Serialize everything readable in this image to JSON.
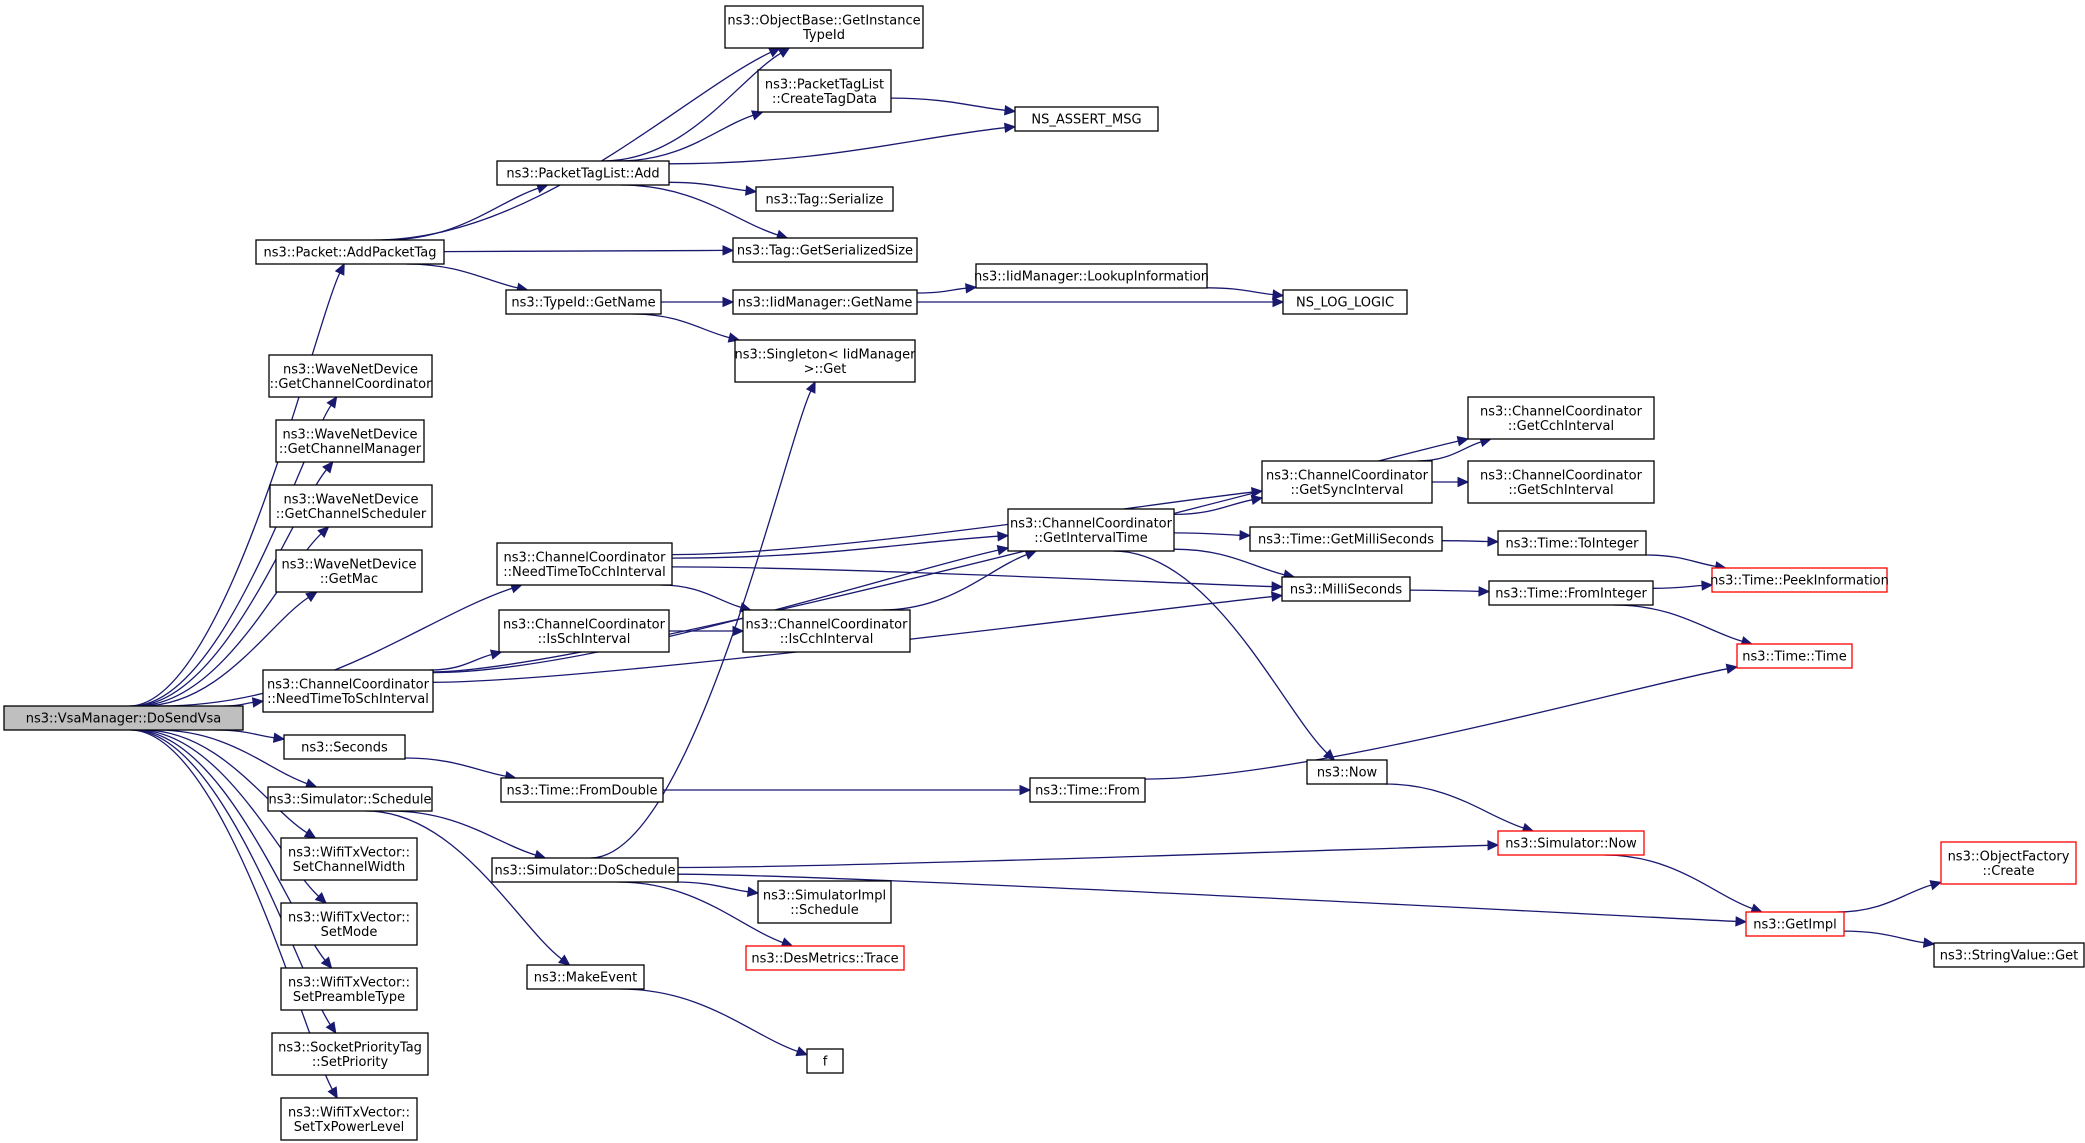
{
  "nodes": [
    {
      "id": "root",
      "lines": [
        "ns3::VsaManager::DoSendVsa"
      ],
      "style": "root"
    },
    {
      "id": "addPacketTag",
      "lines": [
        "ns3::Packet::AddPacketTag"
      ]
    },
    {
      "id": "getChannelCoordinator",
      "lines": [
        "ns3::WaveNetDevice",
        "::GetChannelCoordinator"
      ]
    },
    {
      "id": "getChannelManager",
      "lines": [
        "ns3::WaveNetDevice",
        "::GetChannelManager"
      ]
    },
    {
      "id": "getChannelScheduler",
      "lines": [
        "ns3::WaveNetDevice",
        "::GetChannelScheduler"
      ]
    },
    {
      "id": "getMac",
      "lines": [
        "ns3::WaveNetDevice",
        "::GetMac"
      ]
    },
    {
      "id": "needTimeToCch",
      "lines": [
        "ns3::ChannelCoordinator",
        "::NeedTimeToCchInterval"
      ]
    },
    {
      "id": "needTimeToSch",
      "lines": [
        "ns3::ChannelCoordinator",
        "::NeedTimeToSchInterval"
      ]
    },
    {
      "id": "seconds",
      "lines": [
        "ns3::Seconds"
      ]
    },
    {
      "id": "simSchedule",
      "lines": [
        "ns3::Simulator::Schedule"
      ]
    },
    {
      "id": "setChannelWidth",
      "lines": [
        "ns3::WifiTxVector::",
        "SetChannelWidth"
      ]
    },
    {
      "id": "setMode",
      "lines": [
        "ns3::WifiTxVector::",
        "SetMode"
      ]
    },
    {
      "id": "setPreambleType",
      "lines": [
        "ns3::WifiTxVector::",
        "SetPreambleType"
      ]
    },
    {
      "id": "setPriority",
      "lines": [
        "ns3::SocketPriorityTag",
        "::SetPriority"
      ]
    },
    {
      "id": "setTxPowerLevel",
      "lines": [
        "ns3::WifiTxVector::",
        "SetTxPowerLevel"
      ]
    },
    {
      "id": "getInstanceTypeId",
      "lines": [
        "ns3::ObjectBase::GetInstance",
        "TypeId"
      ]
    },
    {
      "id": "createTagData",
      "lines": [
        "ns3::PacketTagList",
        "::CreateTagData"
      ]
    },
    {
      "id": "ptlAdd",
      "lines": [
        "ns3::PacketTagList::Add"
      ]
    },
    {
      "id": "nsAssertMsg",
      "lines": [
        "NS_ASSERT_MSG"
      ]
    },
    {
      "id": "tagSerialize",
      "lines": [
        "ns3::Tag::Serialize"
      ]
    },
    {
      "id": "tagGetSerializedSize",
      "lines": [
        "ns3::Tag::GetSerializedSize"
      ]
    },
    {
      "id": "typeIdGetName",
      "lines": [
        "ns3::TypeId::GetName"
      ]
    },
    {
      "id": "iidGetName",
      "lines": [
        "ns3::IidManager::GetName"
      ]
    },
    {
      "id": "iidLookup",
      "lines": [
        "ns3::IidManager::LookupInformation"
      ]
    },
    {
      "id": "nsLogLogic",
      "lines": [
        "NS_LOG_LOGIC"
      ]
    },
    {
      "id": "singletonGet",
      "lines": [
        "ns3::Singleton< IidManager",
        " >::Get"
      ]
    },
    {
      "id": "getCchInterval",
      "lines": [
        "ns3::ChannelCoordinator",
        "::GetCchInterval"
      ]
    },
    {
      "id": "getSyncInterval",
      "lines": [
        "ns3::ChannelCoordinator",
        "::GetSyncInterval"
      ]
    },
    {
      "id": "getSchInterval",
      "lines": [
        "ns3::ChannelCoordinator",
        "::GetSchInterval"
      ]
    },
    {
      "id": "getIntervalTime",
      "lines": [
        "ns3::ChannelCoordinator",
        "::GetIntervalTime"
      ]
    },
    {
      "id": "timeGetMilliSeconds",
      "lines": [
        "ns3::Time::GetMilliSeconds"
      ]
    },
    {
      "id": "timeToInteger",
      "lines": [
        "ns3::Time::ToInteger"
      ]
    },
    {
      "id": "timePeekInformation",
      "lines": [
        "ns3::Time::PeekInformation"
      ],
      "style": "red"
    },
    {
      "id": "milliSeconds",
      "lines": [
        "ns3::MilliSeconds"
      ]
    },
    {
      "id": "timeFromInteger",
      "lines": [
        "ns3::Time::FromInteger"
      ]
    },
    {
      "id": "isSchInterval",
      "lines": [
        "ns3::ChannelCoordinator",
        "::IsSchInterval"
      ]
    },
    {
      "id": "isCchInterval",
      "lines": [
        "ns3::ChannelCoordinator",
        "::IsCchInterval"
      ]
    },
    {
      "id": "timeTime",
      "lines": [
        "ns3::Time::Time"
      ],
      "style": "red"
    },
    {
      "id": "timeFromDouble",
      "lines": [
        "ns3::Time::FromDouble"
      ]
    },
    {
      "id": "timeFrom",
      "lines": [
        "ns3::Time::From"
      ]
    },
    {
      "id": "now",
      "lines": [
        "ns3::Now"
      ]
    },
    {
      "id": "simDoSchedule",
      "lines": [
        "ns3::Simulator::DoSchedule"
      ]
    },
    {
      "id": "simNow",
      "lines": [
        "ns3::Simulator::Now"
      ],
      "style": "red"
    },
    {
      "id": "simImplSchedule",
      "lines": [
        "ns3::SimulatorImpl",
        "::Schedule"
      ]
    },
    {
      "id": "desMetricsTrace",
      "lines": [
        "ns3::DesMetrics::Trace"
      ],
      "style": "red"
    },
    {
      "id": "getImpl",
      "lines": [
        "ns3::GetImpl"
      ],
      "style": "red"
    },
    {
      "id": "objectFactoryCreate",
      "lines": [
        "ns3::ObjectFactory",
        "::Create"
      ],
      "style": "red"
    },
    {
      "id": "stringValueGet",
      "lines": [
        "ns3::StringValue::Get"
      ]
    },
    {
      "id": "makeEvent",
      "lines": [
        "ns3::MakeEvent"
      ]
    },
    {
      "id": "f",
      "lines": [
        "f"
      ]
    }
  ],
  "edges": [
    [
      "root",
      "addPacketTag"
    ],
    [
      "root",
      "getChannelCoordinator"
    ],
    [
      "root",
      "getChannelManager"
    ],
    [
      "root",
      "getChannelScheduler"
    ],
    [
      "root",
      "getMac"
    ],
    [
      "root",
      "needTimeToCch"
    ],
    [
      "root",
      "needTimeToSch"
    ],
    [
      "root",
      "seconds"
    ],
    [
      "root",
      "simSchedule"
    ],
    [
      "root",
      "setChannelWidth"
    ],
    [
      "root",
      "setMode"
    ],
    [
      "root",
      "setPreambleType"
    ],
    [
      "root",
      "setPriority"
    ],
    [
      "root",
      "setTxPowerLevel"
    ],
    [
      "addPacketTag",
      "getInstanceTypeId"
    ],
    [
      "addPacketTag",
      "ptlAdd"
    ],
    [
      "addPacketTag",
      "tagGetSerializedSize"
    ],
    [
      "addPacketTag",
      "typeIdGetName"
    ],
    [
      "ptlAdd",
      "getInstanceTypeId"
    ],
    [
      "ptlAdd",
      "createTagData"
    ],
    [
      "ptlAdd",
      "nsAssertMsg"
    ],
    [
      "ptlAdd",
      "tagSerialize"
    ],
    [
      "ptlAdd",
      "tagGetSerializedSize"
    ],
    [
      "createTagData",
      "nsAssertMsg"
    ],
    [
      "typeIdGetName",
      "iidGetName"
    ],
    [
      "typeIdGetName",
      "singletonGet"
    ],
    [
      "iidGetName",
      "iidLookup"
    ],
    [
      "iidGetName",
      "nsLogLogic"
    ],
    [
      "iidLookup",
      "nsLogLogic"
    ],
    [
      "needTimeToCch",
      "getSyncInterval"
    ],
    [
      "needTimeToCch",
      "getIntervalTime"
    ],
    [
      "needTimeToCch",
      "milliSeconds"
    ],
    [
      "needTimeToCch",
      "isCchInterval"
    ],
    [
      "needTimeToSch",
      "getCchInterval"
    ],
    [
      "needTimeToSch",
      "isSchInterval"
    ],
    [
      "needTimeToSch",
      "getIntervalTime"
    ],
    [
      "needTimeToSch",
      "milliSeconds"
    ],
    [
      "isSchInterval",
      "isCchInterval"
    ],
    [
      "isCchInterval",
      "getIntervalTime"
    ],
    [
      "getSyncInterval",
      "getCchInterval"
    ],
    [
      "getSyncInterval",
      "getSchInterval"
    ],
    [
      "getIntervalTime",
      "getSyncInterval"
    ],
    [
      "getIntervalTime",
      "timeGetMilliSeconds"
    ],
    [
      "getIntervalTime",
      "milliSeconds"
    ],
    [
      "getIntervalTime",
      "now"
    ],
    [
      "timeGetMilliSeconds",
      "timeToInteger"
    ],
    [
      "timeToInteger",
      "timePeekInformation"
    ],
    [
      "milliSeconds",
      "timeFromInteger"
    ],
    [
      "timeFromInteger",
      "timePeekInformation"
    ],
    [
      "timeFromInteger",
      "timeTime"
    ],
    [
      "seconds",
      "timeFromDouble"
    ],
    [
      "timeFromDouble",
      "timeFrom"
    ],
    [
      "timeFrom",
      "timeTime"
    ],
    [
      "simSchedule",
      "simDoSchedule"
    ],
    [
      "simSchedule",
      "makeEvent"
    ],
    [
      "simDoSchedule",
      "singletonGet"
    ],
    [
      "simDoSchedule",
      "simNow"
    ],
    [
      "simDoSchedule",
      "simImplSchedule"
    ],
    [
      "simDoSchedule",
      "desMetricsTrace"
    ],
    [
      "simDoSchedule",
      "getImpl"
    ],
    [
      "now",
      "simNow"
    ],
    [
      "simNow",
      "getImpl"
    ],
    [
      "getImpl",
      "objectFactoryCreate"
    ],
    [
      "getImpl",
      "stringValueGet"
    ],
    [
      "makeEvent",
      "f"
    ]
  ]
}
